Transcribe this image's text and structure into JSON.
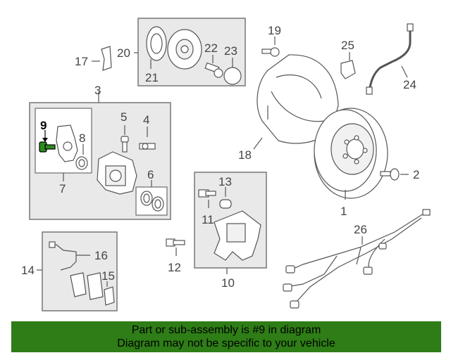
{
  "callouts": [
    "1",
    "2",
    "3",
    "4",
    "5",
    "6",
    "7",
    "8",
    "9",
    "10",
    "11",
    "12",
    "13",
    "14",
    "15",
    "16",
    "17",
    "18",
    "19",
    "20",
    "21",
    "22",
    "23",
    "24",
    "25",
    "26"
  ],
  "highlighted_callout": "9",
  "colors": {
    "highlight": "#2e8b20",
    "banner": "#2e7d16",
    "box_fill": "#e9e9e9",
    "line": "#555555"
  },
  "banner": {
    "line1": "Part or sub-assembly is #9 in diagram",
    "line2": "Diagram may not be specific to your vehicle"
  }
}
